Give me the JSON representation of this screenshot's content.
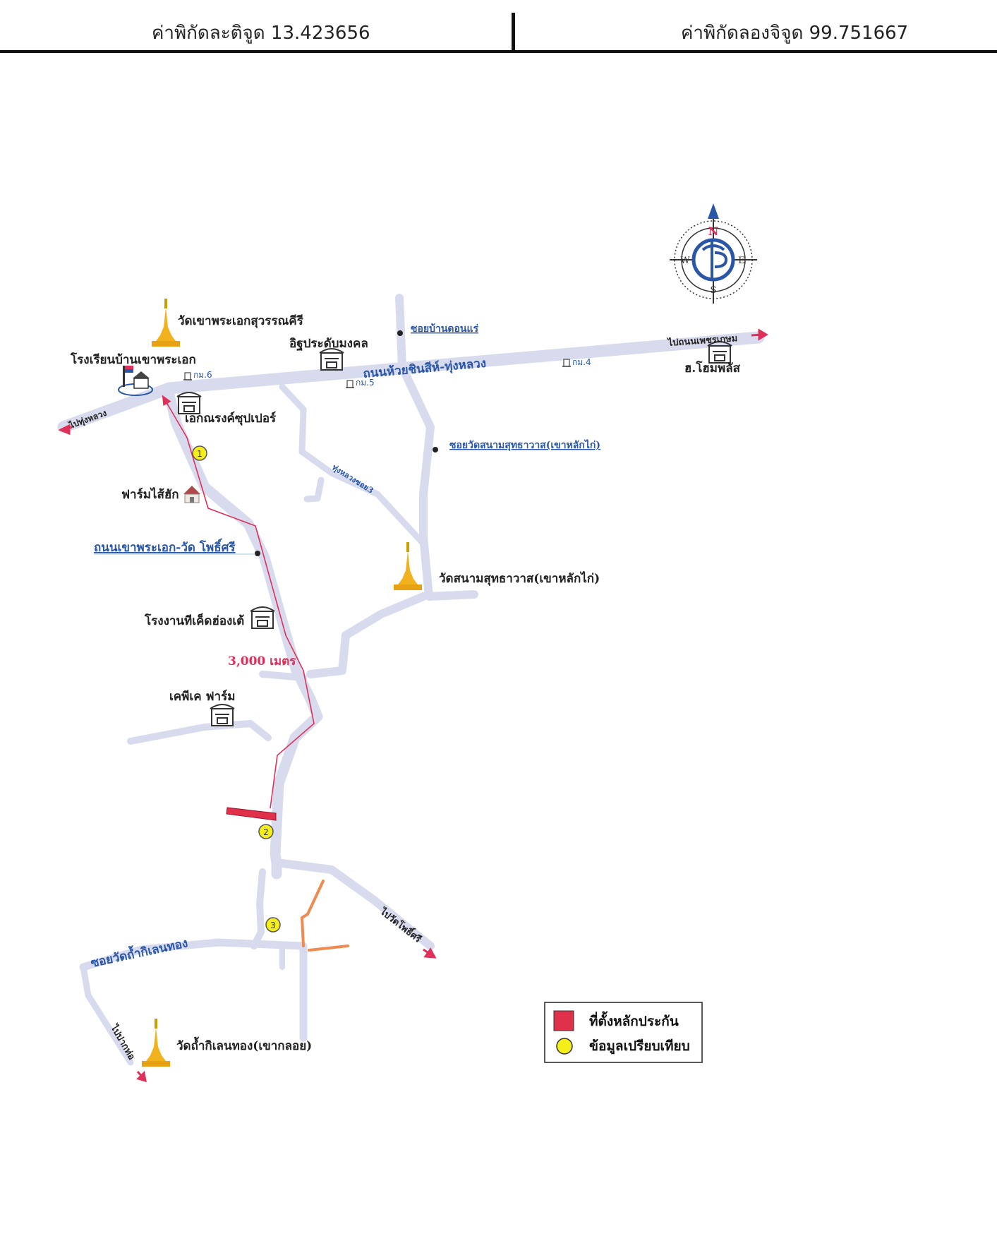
{
  "header": {
    "latitude_label": "ค่าพิกัดละติจูด 13.423656",
    "longitude_label": "ค่าพิกัดลองจิจูด 99.751667"
  },
  "compass": {
    "n": "N",
    "s": "S",
    "e": "E",
    "w": "W"
  },
  "places": {
    "wat_khao_phra_ek": "วัดเขาพระเอกสุวรรณคีรี",
    "school": "โรงเรียนบ้านเขาพระเอก",
    "isu": "อิฐประดับมงคล",
    "ekanarong": "เอกณรงค์ซุปเปอร์",
    "farm_saikai": "ฟาร์มไส้ฮัก",
    "wat_sanam": "วัดสนามสุทธาวาส(เขาหลักไก่)",
    "factory": "โรงงานทีเค็ดฮ่องเต้",
    "kpk_farm": "เคพีเค ฟาร์ม",
    "wat_tham": "วัดถ้ำกิเลนทอง(เขากลอย)",
    "home_plus": "ฮ.โฮมพลัส"
  },
  "roads": {
    "main": "ถนนห้วยชินสีห์-ทุ่งหลวง",
    "soi_don_rae": "ซอยบ้านดอนแร่",
    "soi_wat_sanam": "ซอยวัดสนามสุทธาวาส(เขาหลักไก่)",
    "thunglaung": "ทุ่งหลวงซอย3",
    "khao_phra_ek_road": "ถนนเขาพระเอก-วัด โพธิ์ศรี",
    "soi_wat_tham": "ซอยวัดถ้ำกิเลนทอง",
    "to_petchkasem": "ไปถนนเพชรเกษม",
    "to_thunglaung": "ไปทุ่งหลวง",
    "to_wat_pho": "ไปวัดโพธิ์ศรี",
    "to_pak_tho": "ไปปากท่อ"
  },
  "km_markers": {
    "km6": "กม.6",
    "km5": "กม.5",
    "km4": "กม.4"
  },
  "distance_label": "3,000 เมตร",
  "comparables": [
    "1",
    "2",
    "3"
  ],
  "legend": {
    "collateral": "ที่ตั้งหลักประกัน",
    "comparable": "ข้อมูลเปรียบเทียบ"
  },
  "colors": {
    "road": "#d8dbee",
    "road_label": "#2a56a8",
    "route": "#e0305a",
    "collateral": "#e0304a",
    "comparable": "#f5ee1a",
    "orange_road": "#f08a50"
  }
}
